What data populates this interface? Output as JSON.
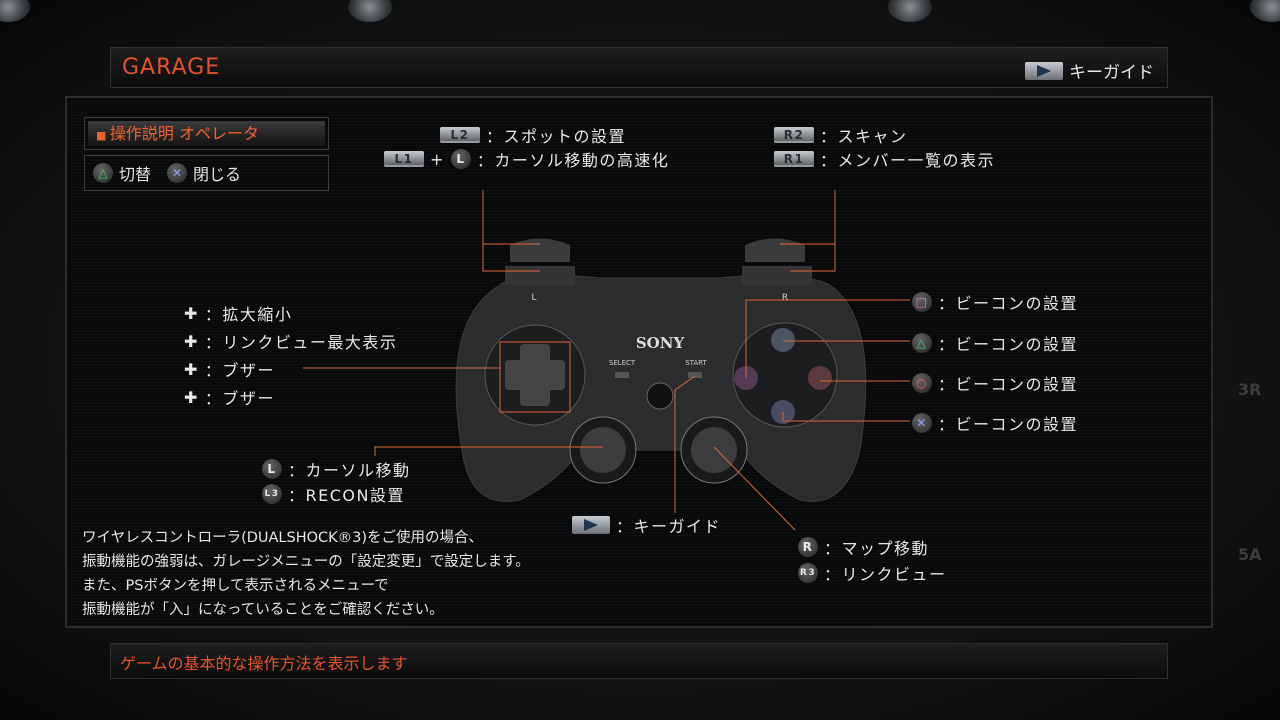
{
  "header": {
    "title": "GARAGE",
    "key_guide": "キーガイド"
  },
  "operator_panel": {
    "title": "操作説明 オペレータ",
    "switch_label": "切替",
    "close_label": "閉じる"
  },
  "top_left": [
    {
      "button": "L2",
      "label": "：スポットの設置"
    },
    {
      "button": "L1",
      "plus": "+",
      "stick": "L",
      "label": "：カーソル移動の高速化"
    }
  ],
  "top_right": [
    {
      "button": "R2",
      "label": "：スキャン"
    },
    {
      "button": "R1",
      "label": "：メンバー一覧の表示"
    }
  ],
  "dpad": [
    {
      "label": "：拡大縮小"
    },
    {
      "label": "：リンクビュー最大表示"
    },
    {
      "label": "：ブザー"
    },
    {
      "label": "：ブザー"
    }
  ],
  "face": [
    {
      "icon": "square",
      "label": "：ビーコンの設置"
    },
    {
      "icon": "triangle",
      "label": "：ビーコンの設置"
    },
    {
      "icon": "circle",
      "label": "：ビーコンの設置"
    },
    {
      "icon": "cross",
      "label": "：ビーコンの設置"
    }
  ],
  "left_stick": [
    {
      "button": "L",
      "label": "：カーソル移動"
    },
    {
      "button": "L3",
      "label": "：RECON設置"
    }
  ],
  "start": {
    "label": "：キーガイド"
  },
  "right_stick": [
    {
      "button": "R",
      "label": "：マップ移動"
    },
    {
      "button": "R3",
      "label": "：リンクビュー"
    }
  ],
  "controller": {
    "brand": "SONY",
    "select": "SELECT",
    "start": "START",
    "l": "L",
    "r": "R"
  },
  "notes": [
    "ワイヤレスコントローラ(DUALSHOCK®3)をご使用の場合、",
    "振動機能の強弱は、ガレージメニューの「設定変更」で設定します。",
    "また、PSボタンを押して表示されるメニューで",
    "振動機能が「入」になっていることをご確認ください。"
  ],
  "footer": {
    "description": "ゲームの基本的な操作方法を表示します"
  },
  "side_marks": [
    "3R",
    "5A"
  ],
  "colors": {
    "accent": "#e8502a",
    "line": "#d8683a"
  }
}
